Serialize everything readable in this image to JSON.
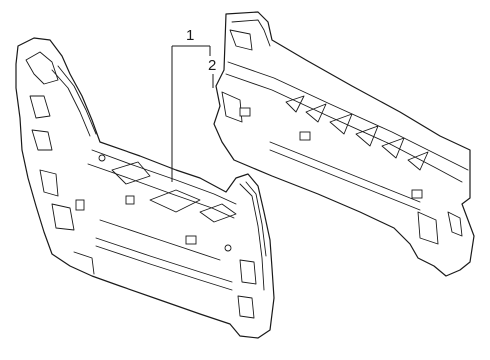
{
  "callouts": [
    {
      "id": "1",
      "text": "1"
    },
    {
      "id": "2",
      "text": "2"
    }
  ],
  "colors": {
    "line": "#1a1a1a",
    "background": "#ffffff"
  }
}
